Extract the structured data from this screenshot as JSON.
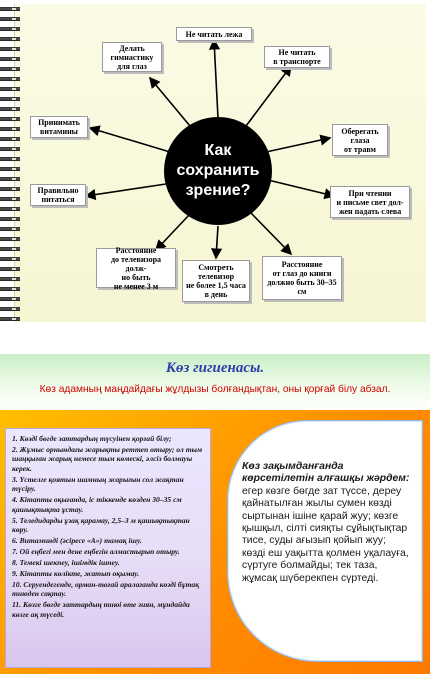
{
  "mindmap": {
    "center": "Как\nсохранить\nзрение?",
    "boxes": [
      {
        "id": "lying",
        "text": "Не читать лежа"
      },
      {
        "id": "transport",
        "text": "Не читать\nв транспорте"
      },
      {
        "id": "injury",
        "text": "Оберегать\nглаза\nот травм"
      },
      {
        "id": "light",
        "text": "При чтении\nи письме свет дол-\nжен падать слева"
      },
      {
        "id": "book",
        "text": "Расстояние\nот глаз до книги\nдолжно быть 30–35\nсм"
      },
      {
        "id": "tv_time",
        "text": "Смотреть\nтелевизор\nне более 1,5 часа\nв день"
      },
      {
        "id": "tv_dist",
        "text": "Расстояние\nдо телевизора долж-\nно быть\nне менее 3 м"
      },
      {
        "id": "eat",
        "text": "Правильно\nпитаться"
      },
      {
        "id": "vitamins",
        "text": "Принимать\nвитамины"
      },
      {
        "id": "gym",
        "text": "Делать\nгимнастику\nдля глаз"
      }
    ]
  },
  "hygiene": {
    "title": "Көз гигиенасы.",
    "subtitle": "Көз адамның маңдайдағы жұлдызы болғандықтан, оны қорғай білу абзал.",
    "rules": [
      "1. Көзді бөгде заттардың түсуінен қорғай білу;",
      "2. Жұмыс орнындағы жарықты реттеп отыру; ол тым шаңқыған жарық немесе тым көмескі, әлсіз болмауы керек.",
      "3. Үстелге қоятын шамның жарығын сол жақтан түсіру.",
      "4. Кітапты оқығанда, іс тіккенде көзден 30–35 см қашықтықта ұстау.",
      "5. Теледидарды ұзақ қарамау, 2,5–3 м қашықтықтан көру.",
      "6. Витаминді (әсіресе «А») тамақ ішу.",
      "7. Ой еңбегі мен дене еңбегін алмастырып отыру.",
      "8. Темекі шекпеу, ішімдік ішпеу.",
      "9. Кітапты көлікте, жатып оқымау.",
      "10. Серуендегенде, орман-тоғай аралағанда көзді бұтақ тиюден сақтау.",
      "11. Көзге бөгде заттардың тиюі өте зиян, мұндайда көзге ақ түседі."
    ],
    "first_aid_lead": "Көз зақымданғанда көрсетілетін алғашқы жәрдем:",
    "first_aid_body": " егер көзге бөгде зат түссе, дереу қайнатылған жылы сумен көзді сыртынан ішіне қарай жуу; көзге қышқыл, сілті сияқты сұйықтықтар тисе, суды ағызып қойып жуу; көзді еш уақытта қолмен уқалауға, сүртуге болмайды; тек таза, жұмсақ шүберекпен сүртеді."
  },
  "colors": {
    "title_blue": "#2b3fa8",
    "subtitle_red": "#d10000",
    "panel_orange": "#ff8c00",
    "panel_yellow": "#ffc600",
    "list_lavender": "#e7ddf7"
  }
}
